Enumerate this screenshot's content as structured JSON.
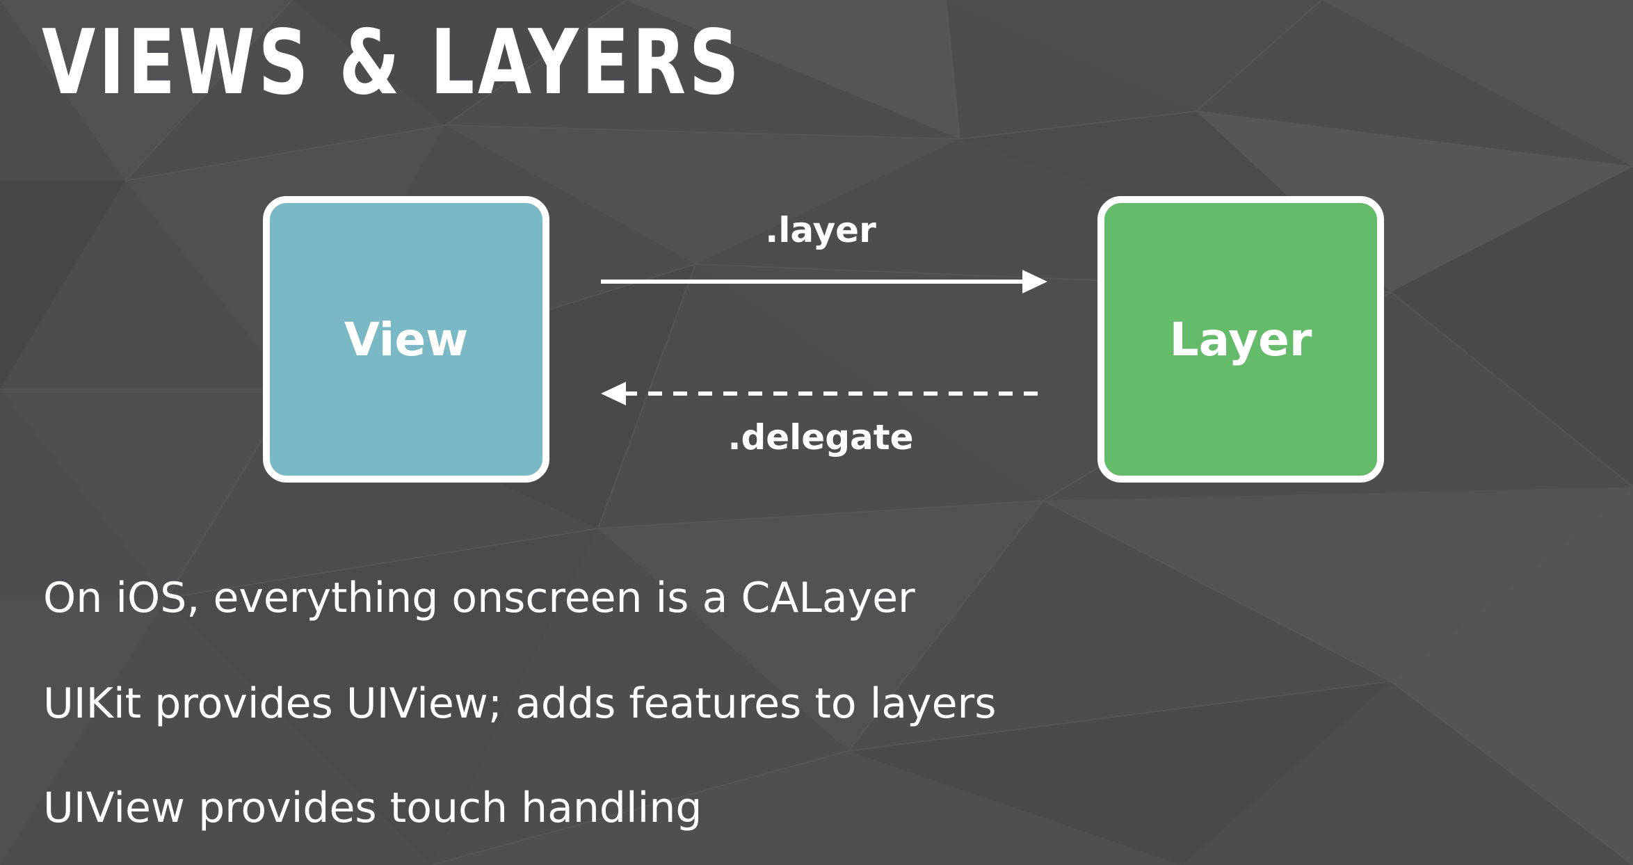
{
  "slide": {
    "title": "VIEWS & LAYERS",
    "diagram": {
      "view_label": "View",
      "layer_label": "Layer",
      "forward_arrow_label": ".layer",
      "back_arrow_label": ".delegate"
    },
    "bullets": [
      "On iOS, everything onscreen is a CALayer",
      "UIKit provides UIView; adds features to layers",
      "UIView provides touch handling"
    ]
  },
  "colors": {
    "background": "#4d4d4f",
    "view_box": "#7ab8c6",
    "layer_box": "#64bb6a",
    "text": "#ffffff"
  }
}
